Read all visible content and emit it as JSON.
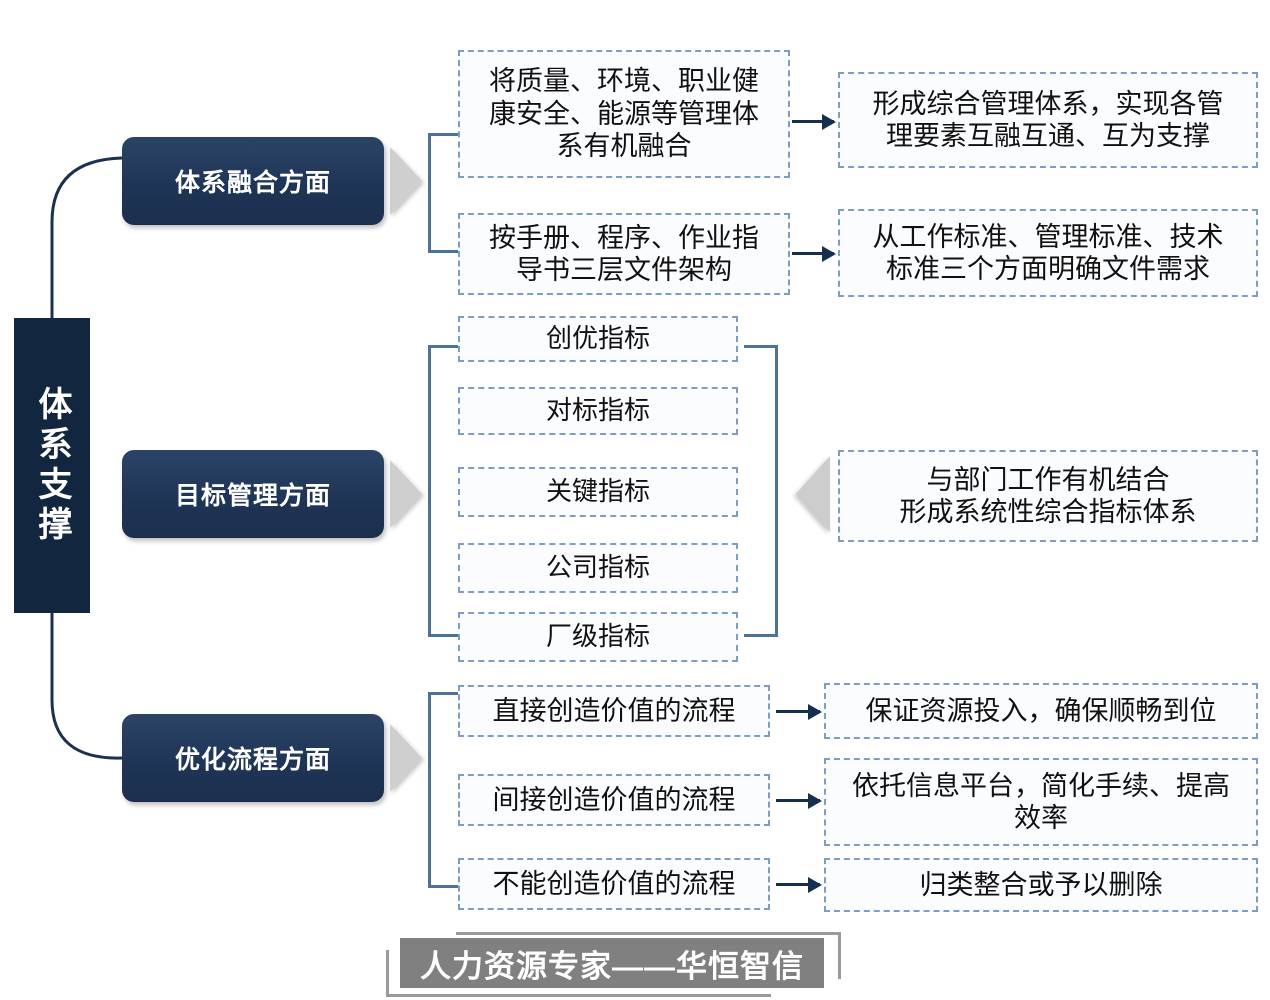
{
  "diagram": {
    "root_label": "体系支撑",
    "footer": "人力资源专家——华恒智信",
    "colors": {
      "pillar_navy": "#12263f",
      "pill_blue": "#1f3557",
      "dashed_border": "#7d9dc4",
      "arrow_navy": "#15304f",
      "bracket_blue": "#4e7296",
      "triangle_gray": "#cfcfcf",
      "footer_gray": "#808080"
    },
    "branches": [
      {
        "name": "system-integration",
        "pill_label": "体系融合方面",
        "pairs": [
          {
            "left": "将质量、环境、职业健\n康安全、能源等管理体\n系有机融合",
            "right": "形成综合管理体系，实现各管\n理要素互融互通、互为支撑",
            "arrow": "right"
          },
          {
            "left": "按手册、程序、作业指\n导书三层文件架构",
            "right": "从工作标准、管理标准、技术\n标准三个方面明确文件需求",
            "arrow": "right"
          }
        ]
      },
      {
        "name": "goal-management",
        "pill_label": "目标管理方面",
        "indicators": [
          "创优指标",
          "对标指标",
          "关键指标",
          "公司指标",
          "厂级指标"
        ],
        "summary": "与部门工作有机结合\n形成系统性综合指标体系",
        "summary_arrow": "left"
      },
      {
        "name": "process-optimization",
        "pill_label": "优化流程方面",
        "pairs": [
          {
            "left": "直接创造价值的流程",
            "right": "保证资源投入，确保顺畅到位",
            "arrow": "right"
          },
          {
            "left": "间接创造价值的流程",
            "right": "依托信息平台，简化手续、提高\n效率",
            "arrow": "right"
          },
          {
            "left": "不能创造价值的流程",
            "right": "归类整合或予以删除",
            "arrow": "right"
          }
        ]
      }
    ]
  }
}
